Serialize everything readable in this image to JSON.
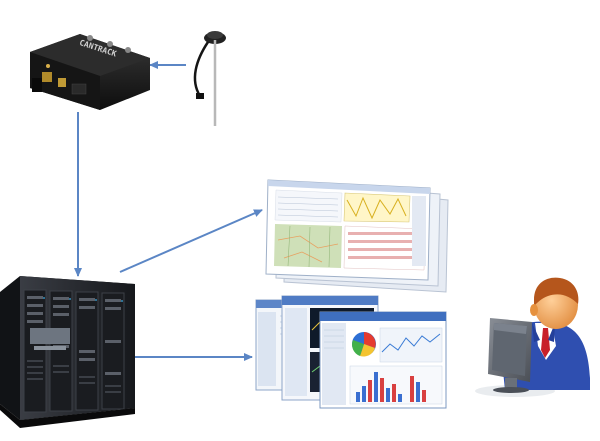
{
  "nodes": {
    "tracker": {
      "icon": "gps-tracker-icon",
      "brand": "CANTRACK"
    },
    "antenna": {
      "icon": "antenna-icon"
    },
    "server": {
      "icon": "server-rack-icon"
    },
    "web_app": {
      "icon": "web-application-screens-icon"
    },
    "desktop_app": {
      "icon": "desktop-application-screens-icon"
    },
    "user": {
      "icon": "user-at-computer-icon"
    }
  },
  "edges": [
    {
      "from": "antenna",
      "to": "tracker"
    },
    {
      "from": "tracker",
      "to": "server"
    },
    {
      "from": "server",
      "to": "web_app"
    },
    {
      "from": "server",
      "to": "desktop_app"
    }
  ],
  "colors": {
    "arrow": "#5b86c5",
    "device": "#1f1f1f",
    "server": "#222428",
    "window_frame": "#d7e2f1",
    "user_shirt": "#2f4fb0",
    "user_tie": "#c8202a",
    "user_skin": "#f0a45a",
    "user_hair": "#b5561c"
  }
}
